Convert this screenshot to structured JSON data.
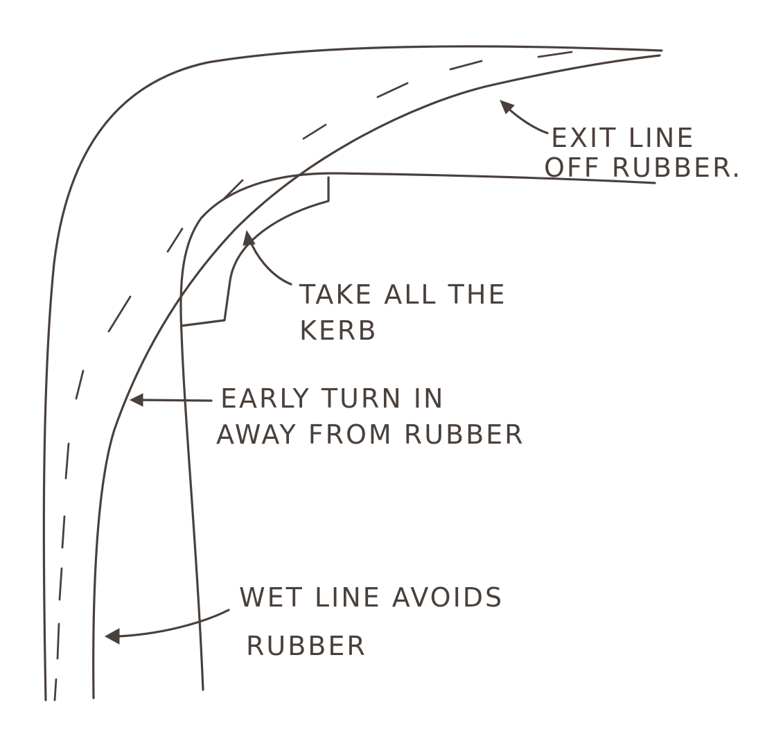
{
  "ink_color": "#4a403b",
  "background_color": "#ffffff",
  "labels": {
    "exit_line": [
      "EXIT LINE",
      "OFF RUBBER."
    ],
    "kerb": [
      "TAKE ALL THE",
      "KERB"
    ],
    "early_turn": [
      "EARLY TURN IN",
      "AWAY FROM RUBBER"
    ],
    "wet_line": [
      "WET LINE AVOIDS",
      "RUBBER"
    ]
  }
}
